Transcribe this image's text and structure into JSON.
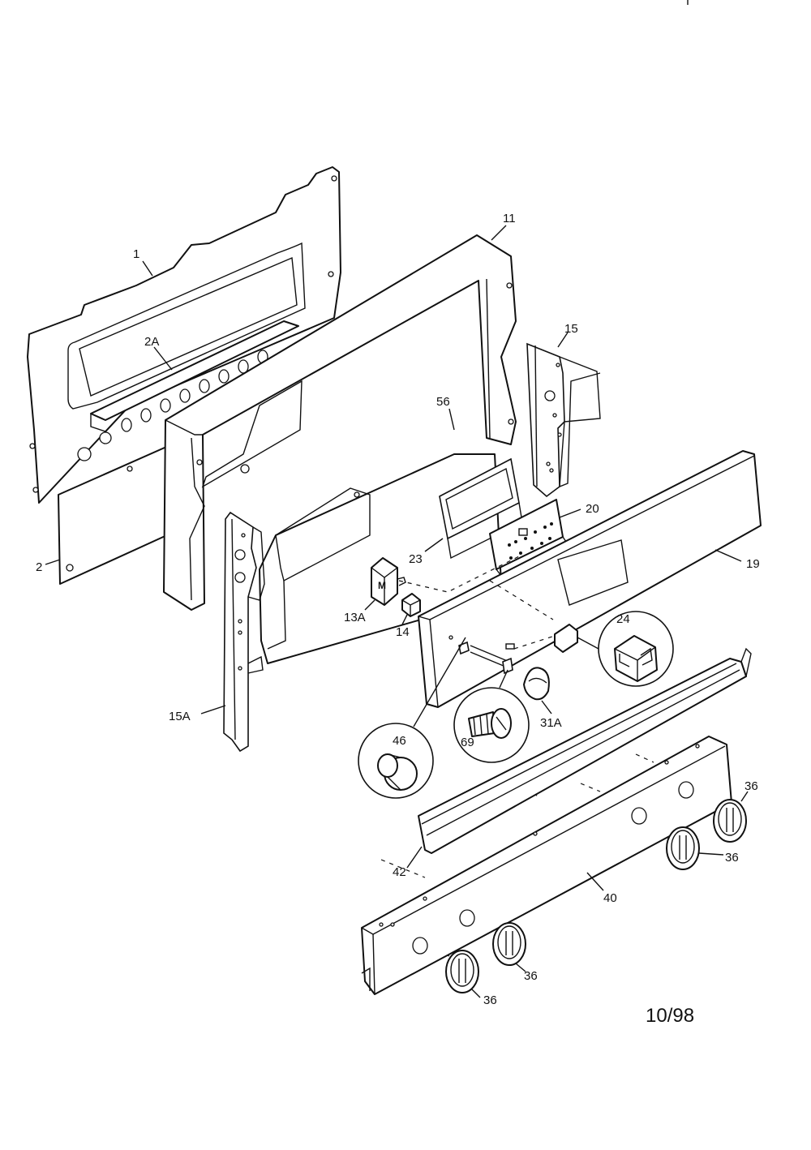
{
  "diagram": {
    "date_code": "10/98",
    "callouts": {
      "p1": "1",
      "p2": "2",
      "p2a": "2A",
      "p11": "11",
      "p13a": "13A",
      "p14": "14",
      "p15": "15",
      "p15a": "15A",
      "p19": "19",
      "p20": "20",
      "p23": "23",
      "p24": "24",
      "p31a": "31A",
      "p36a": "36",
      "p36b": "36",
      "p36c": "36",
      "p36d": "36",
      "p40": "40",
      "p42": "42",
      "p46": "46",
      "p56": "56",
      "p69": "69"
    },
    "glyph_m": "M"
  }
}
